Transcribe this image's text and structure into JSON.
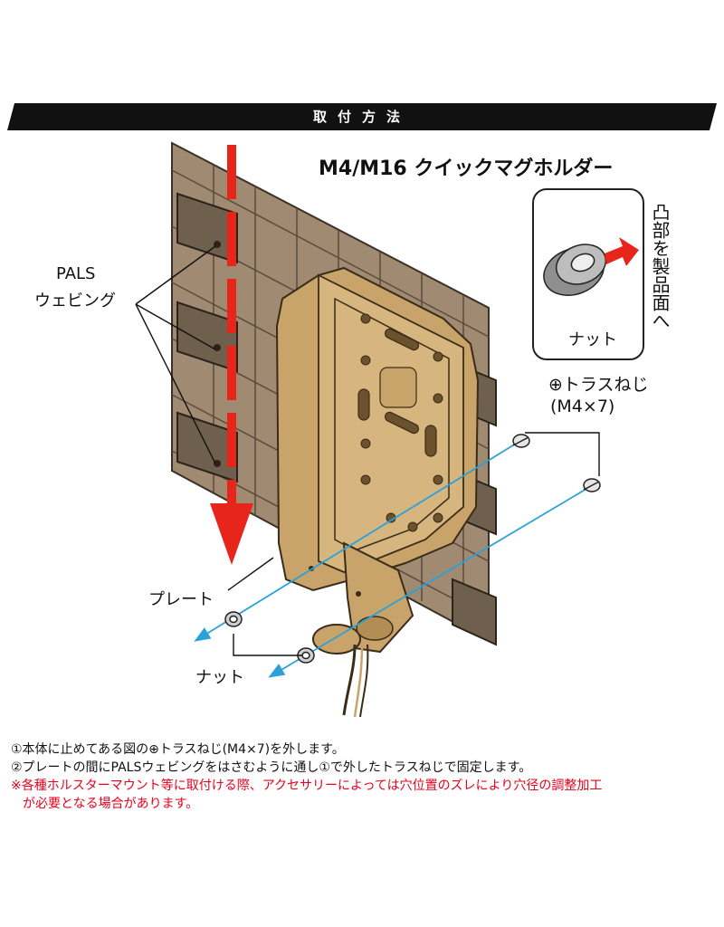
{
  "header": {
    "title": "取付方法"
  },
  "product": {
    "title": "M4/M16 クイックマグホルダー"
  },
  "labels": {
    "pals_line1": "PALS",
    "pals_line2": "ウェビング",
    "plate": "プレート",
    "nut": "ナット",
    "inset_nut": "ナット",
    "inset_direction": "凸部を製品面へ",
    "screw_line1": "⊕トラスねじ",
    "screw_line2": "(M4×7)"
  },
  "notes": [
    {
      "text": "①本体に止めてある図の⊕トラスねじ(M4×7)を外します。",
      "warning": false
    },
    {
      "text": "②プレートの間にPALSウェビングをはさむように通し①で外したトラスねじで固定します。",
      "warning": false
    },
    {
      "text": "※各種ホルスターマウント等に取付ける際、アクセサリーによっては穴位置のズレにより穴径の調整加工",
      "warning": true
    },
    {
      "text": "が必要となる場合があります。",
      "warning": true
    }
  ],
  "colors": {
    "header_bar": "#111111",
    "wall": "#a08a72",
    "webbing": "#6e604c",
    "holder": "#c9a46a",
    "arrow_red": "#e8251a",
    "guide_blue": "#2aa2d8",
    "warning_text": "#e8001c"
  }
}
